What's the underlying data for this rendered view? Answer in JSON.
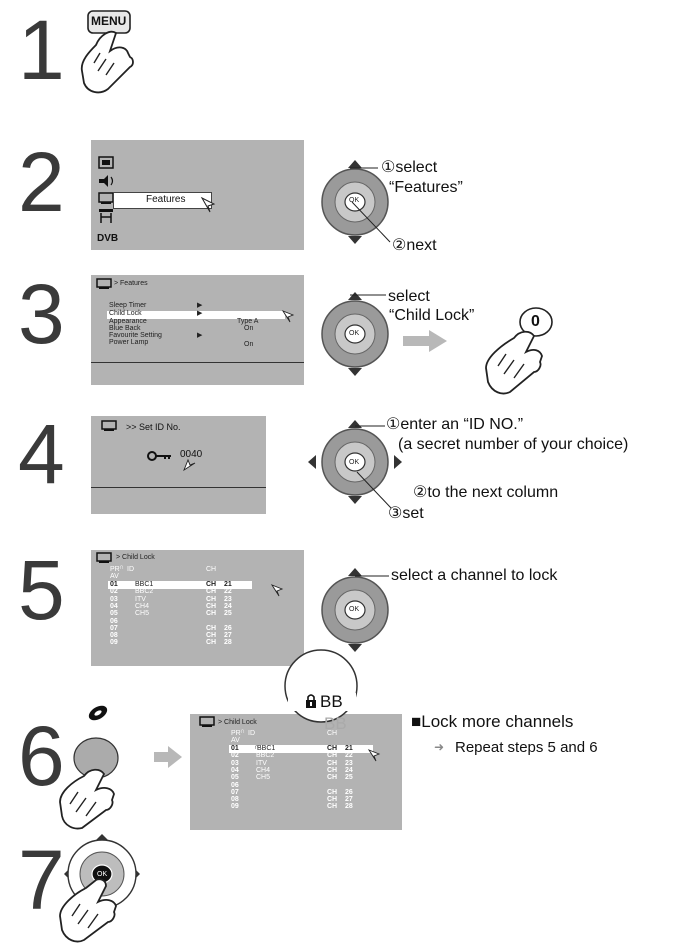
{
  "steps": {
    "s1": {
      "num": "1",
      "button_label": "MENU"
    },
    "s2": {
      "num": "2",
      "menu_item": "Features",
      "ann1": "①select",
      "ann1b": "“Features”",
      "ann2": "②next",
      "ok": "OK"
    },
    "s3": {
      "num": "3",
      "title": "> Features",
      "items": [
        "Sleep Timer",
        "Child Lock",
        "Appearance",
        "Blue Back",
        "Favourite Setting",
        "Power Lamp"
      ],
      "values": {
        "appearance": "Type A",
        "blue_back": "On",
        "power_lamp": "On"
      },
      "ann1": "select",
      "ann1b": "“Child Lock”",
      "ok": "OK",
      "button_digit": "0"
    },
    "s4": {
      "num": "4",
      "title": ">> Set ID No.",
      "id_value": "0040",
      "ann1": "①enter an “ID NO.”",
      "ann1b": "(a secret number of your choice)",
      "ann2": "②to the next column",
      "ann3": "③set",
      "ok": "OK"
    },
    "s5": {
      "num": "5",
      "title": "> Child Lock",
      "ann1": "select a channel to lock",
      "ok": "OK"
    },
    "s6": {
      "num": "6",
      "title": "> Child Lock",
      "zoom_text": "BB",
      "zoom_ghost": "BB",
      "heading": "■Lock more channels",
      "subtext": "Repeat steps 5 and 6"
    },
    "s7": {
      "num": "7",
      "ok": "OK"
    }
  },
  "channel_table": {
    "headers": {
      "pr": "PR",
      "av": "AV",
      "id": "ID",
      "ch": "CH"
    },
    "rows": [
      {
        "pr": "01",
        "id": "BBC1",
        "ch": "CH",
        "num": "21"
      },
      {
        "pr": "02",
        "id": "BBC2",
        "ch": "CH",
        "num": "22"
      },
      {
        "pr": "03",
        "id": "ITV",
        "ch": "CH",
        "num": "23"
      },
      {
        "pr": "04",
        "id": "CH4",
        "ch": "CH",
        "num": "24"
      },
      {
        "pr": "05",
        "id": "CH5",
        "ch": "CH",
        "num": "25"
      },
      {
        "pr": "06",
        "id": "",
        "ch": "",
        "num": ""
      },
      {
        "pr": "07",
        "id": "",
        "ch": "CH",
        "num": "26"
      },
      {
        "pr": "08",
        "id": "",
        "ch": "CH",
        "num": "27"
      },
      {
        "pr": "09",
        "id": "",
        "ch": "CH",
        "num": "28"
      }
    ]
  },
  "colors": {
    "screen": "#b3b3b3",
    "digit": "#3a3a3a",
    "dpad": "#9a9a9a"
  }
}
